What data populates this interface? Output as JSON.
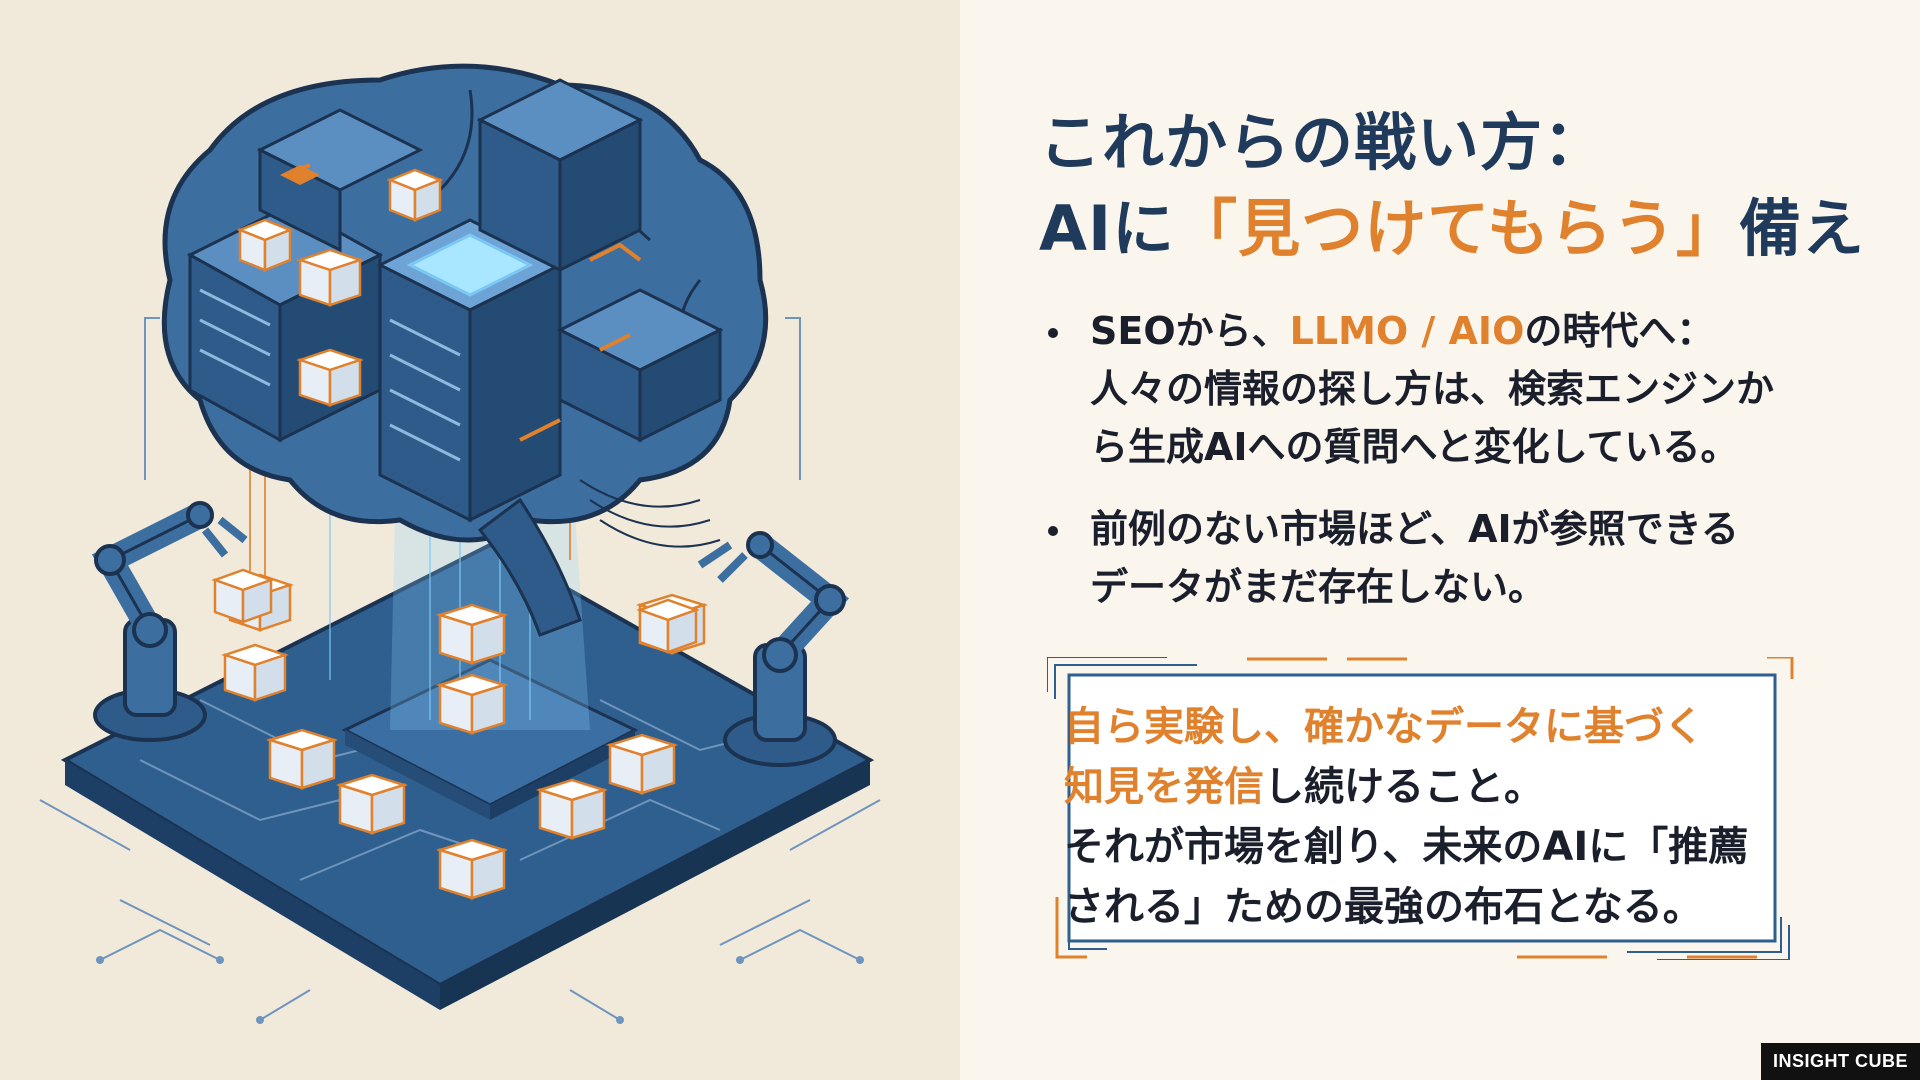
{
  "title": {
    "line1": "これからの戦い方：",
    "line2_pre": "AIに",
    "line2_accent": "「見つけてもらう」",
    "line2_post": "備え"
  },
  "bullets": [
    {
      "pre": "SEOから、",
      "accent": "LLMO / AIO",
      "post": "の時代へ：",
      "line2": "人々の情報の探し方は、検索エンジンか",
      "line3": "ら生成AIへの質問へと変化している。"
    },
    {
      "line1": "前例のない市場ほど、AIが参照できる",
      "line2": "データがまだ存在しない。"
    }
  ],
  "callout": {
    "accent1": "自ら実験し、確かなデータに基づく",
    "accent2": "知見を発信",
    "text2_post": "し続けること。",
    "line3": "それが市場を創り、未来のAIに「推薦",
    "line4": "される」ための最強の布石となる。"
  },
  "brand": "INSIGHT CUBE",
  "colors": {
    "navy": "#1f3a5a",
    "accent_orange": "#e0812d",
    "left_bg": "#f1eadb",
    "right_bg": "#faf6ee",
    "circuit_blue": "#2e5f8f"
  },
  "illustration": {
    "icon_names": [
      "brain-server-icon",
      "robot-arm-icon",
      "data-cube-icon",
      "circuit-board-icon"
    ]
  }
}
